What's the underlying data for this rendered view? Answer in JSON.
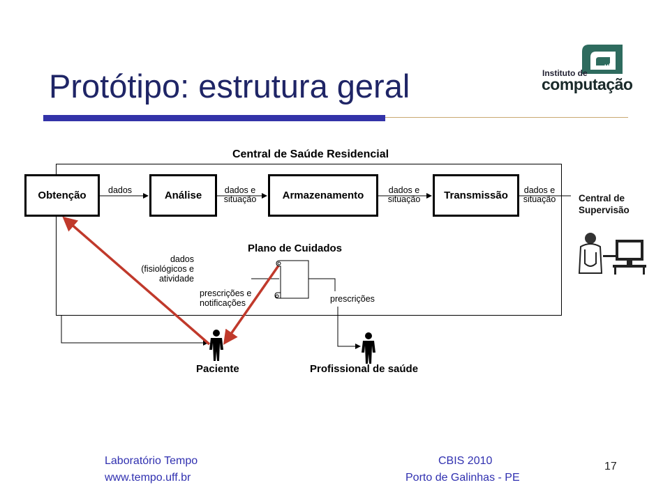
{
  "slide": {
    "title": "Protótipo: estrutura geral",
    "page_number": "17"
  },
  "logo": {
    "line1": "Instituto de",
    "line2": "computação",
    "line3": "uff"
  },
  "diagram": {
    "title": "Central de Saúde Residencial",
    "processes": {
      "obtencao": "Obtenção",
      "analise": "Análise",
      "armazenamento": "Armazenamento",
      "transmissao": "Transmissão"
    },
    "flows": {
      "dados": "dados",
      "dados_e_1": "dados e",
      "situacao_1": "situação",
      "dados_e_2": "dados e",
      "situacao_2": "situação",
      "dados_e_3": "dados e",
      "situacao_3": "situação"
    },
    "supervision": {
      "line1": "Central de",
      "line2": "Supervisão"
    },
    "data_note": {
      "line1": "dados",
      "line2": "(fisiológicos e",
      "line3": "atividade"
    },
    "care_plan": "Plano de Cuidados",
    "prescriptions_notifications": {
      "line1": "prescrições e",
      "line2": "notificações"
    },
    "prescriptions": "prescrições",
    "actors": {
      "patient": "Paciente",
      "professional": "Profissional de saúde"
    }
  },
  "footer": {
    "left_line1": "Laboratório Tempo",
    "left_line2": "www.tempo.uff.br",
    "center_line1": "CBIS 2010",
    "center_line2": "Porto de Galinhas - PE"
  },
  "colors": {
    "title": "#1f2566",
    "accent_bar": "#3333a8",
    "arrow_red": "#c0392b",
    "footer": "#3030b0"
  }
}
